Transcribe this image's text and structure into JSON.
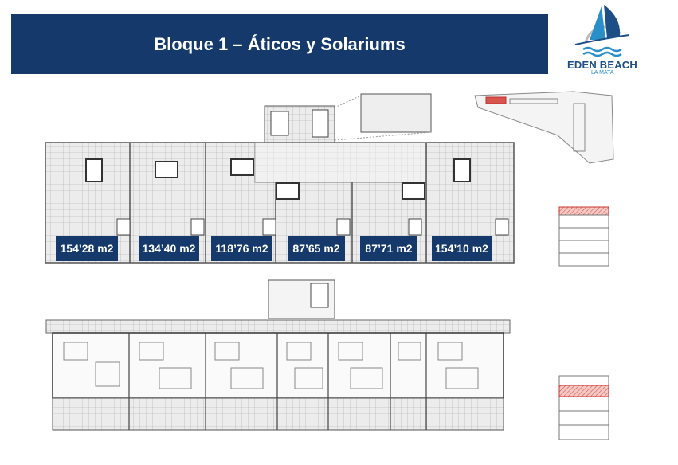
{
  "header": {
    "title": "Bloque 1 – Áticos y Solariums"
  },
  "logo": {
    "name": "EDEN BEACH",
    "subtitle": "LA MATA"
  },
  "areas": [
    "154’28 m2",
    "134’40 m2",
    "118’76 m2",
    "87’65 m2",
    "87’71 m2",
    "154’10 m2"
  ],
  "colors": {
    "banner": "#15396b",
    "highlight": "#d9534f"
  }
}
